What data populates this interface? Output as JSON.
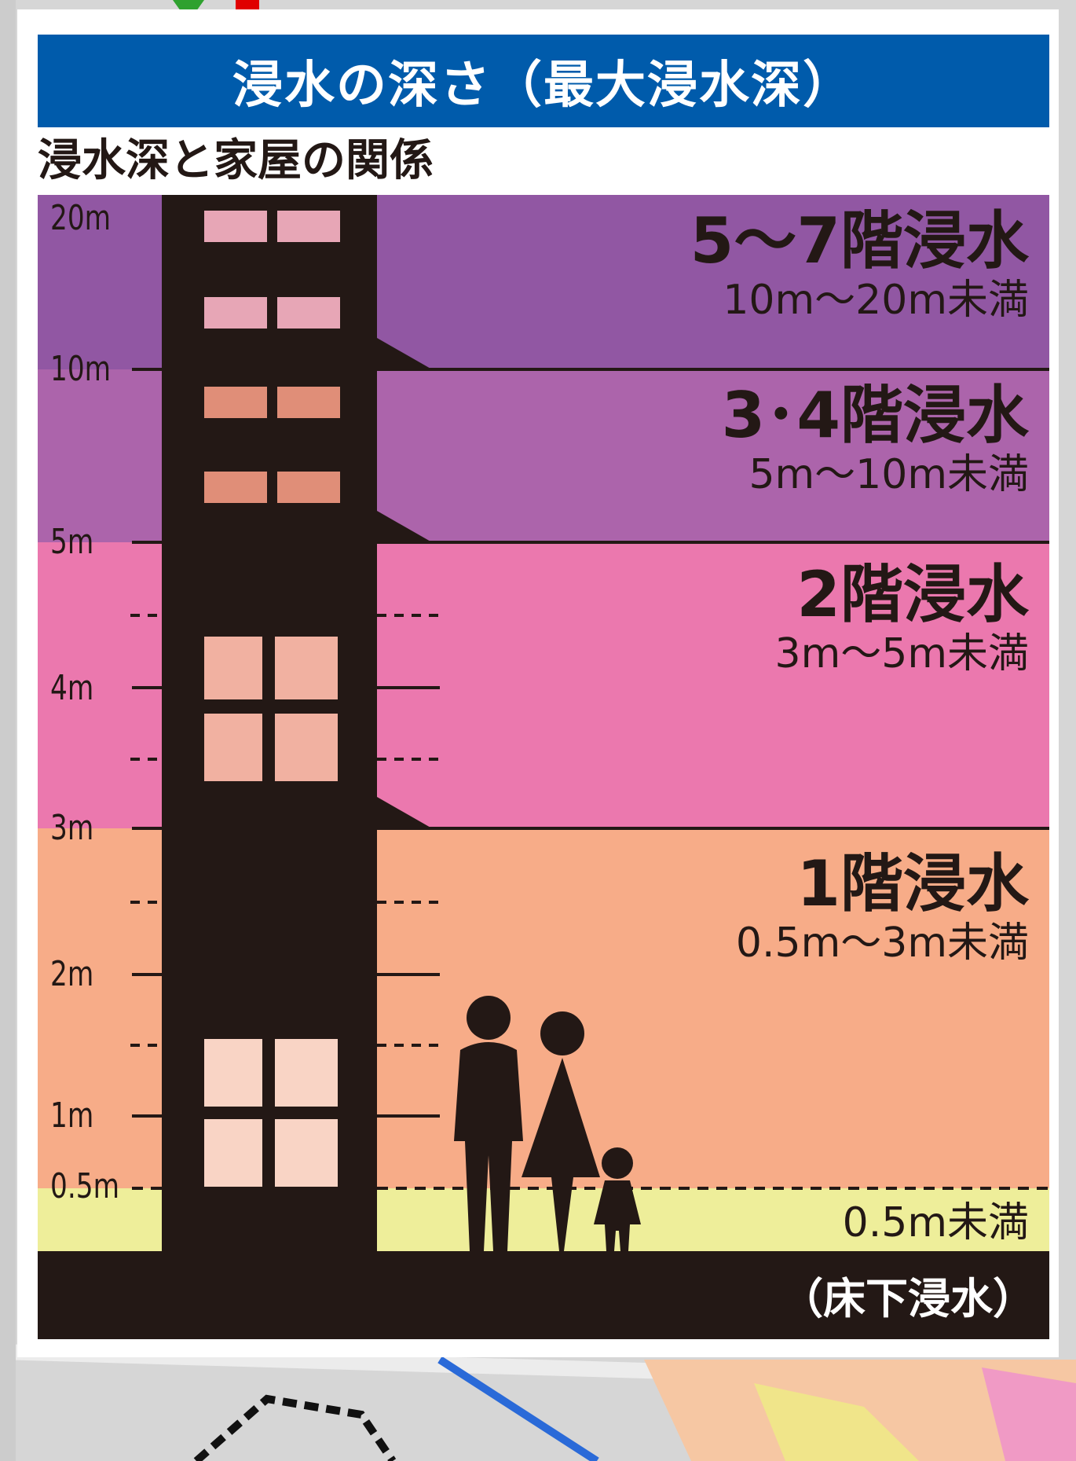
{
  "title": "浸水の深さ（最大浸水深）",
  "subtitle": "浸水深と家屋の関係",
  "zones": [
    {
      "title": "5～7階浸水",
      "range": "10m～20m未満",
      "color": "#9157a3"
    },
    {
      "title": "3･4階浸水",
      "range": "5m～10m未満",
      "color": "#ac64ab"
    },
    {
      "title": "2階浸水",
      "range": "3m～5m未満",
      "color": "#eb78ae"
    },
    {
      "title": "1階浸水",
      "range": "0.5m～3m未満",
      "color": "#f7ac88"
    }
  ],
  "under_floor": {
    "range": "0.5m未満",
    "note": "（床下浸水）",
    "color": "#eeee9a"
  },
  "axis_ticks": [
    "20m",
    "10m",
    "5m",
    "4m",
    "3m",
    "2m",
    "1m",
    "0.5m"
  ],
  "colors": {
    "title_bar": "#005bab",
    "silhouette": "#231815"
  }
}
